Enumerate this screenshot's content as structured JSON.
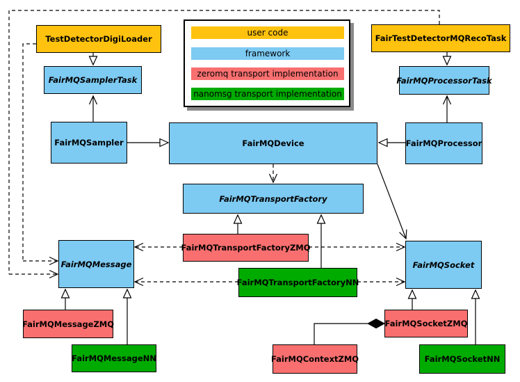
{
  "colors": {
    "user_code": "#FFC20E",
    "framework": "#7DCAF2",
    "zeromq": "#F96F6F",
    "nanomsg": "#00AB00",
    "line": "#000000",
    "background": "#FFFFFF"
  },
  "legend": {
    "items": [
      {
        "label": "user code",
        "color": "#FFC20E"
      },
      {
        "label": "framework",
        "color": "#7DCAF2"
      },
      {
        "label": "zeromq transport implementation",
        "color": "#F96F6F"
      },
      {
        "label": "nanomsg transport implementation",
        "color": "#00AB00"
      }
    ]
  },
  "nodes": {
    "digiLoader": {
      "label": "TestDetectorDigiLoader",
      "category": "user code",
      "abstract": false
    },
    "recoTask": {
      "label": "FairTestDetectorMQRecoTask",
      "category": "user code",
      "abstract": false
    },
    "samplerTask": {
      "label": "FairMQSamplerTask",
      "category": "framework",
      "abstract": true
    },
    "processorTask": {
      "label": "FairMQProcessorTask",
      "category": "framework",
      "abstract": true
    },
    "sampler": {
      "label": "FairMQSampler",
      "category": "framework",
      "abstract": false
    },
    "device": {
      "label": "FairMQDevice",
      "category": "framework",
      "abstract": false
    },
    "processor": {
      "label": "FairMQProcessor",
      "category": "framework",
      "abstract": false
    },
    "transportFactory": {
      "label": "FairMQTransportFactory",
      "category": "framework",
      "abstract": true
    },
    "transportFactoryZMQ": {
      "label": "FairMQTransportFactoryZMQ",
      "category": "zeromq",
      "abstract": false
    },
    "transportFactoryNN": {
      "label": "FairMQTransportFactoryNN",
      "category": "nanomsg",
      "abstract": false
    },
    "message": {
      "label": "FairMQMessage",
      "category": "framework",
      "abstract": true
    },
    "socket": {
      "label": "FairMQSocket",
      "category": "framework",
      "abstract": true
    },
    "messageZMQ": {
      "label": "FairMQMessageZMQ",
      "category": "zeromq",
      "abstract": false
    },
    "messageNN": {
      "label": "FairMQMessageNN",
      "category": "nanomsg",
      "abstract": false
    },
    "contextZMQ": {
      "label": "FairMQContextZMQ",
      "category": "zeromq",
      "abstract": false
    },
    "socketZMQ": {
      "label": "FairMQSocketZMQ",
      "category": "zeromq",
      "abstract": false
    },
    "socketNN": {
      "label": "FairMQSocketNN",
      "category": "nanomsg",
      "abstract": false
    }
  },
  "edges": [
    {
      "from": "digiLoader",
      "to": "samplerTask",
      "type": "inheritance",
      "style": "solid"
    },
    {
      "from": "recoTask",
      "to": "processorTask",
      "type": "inheritance",
      "style": "solid"
    },
    {
      "from": "sampler",
      "to": "samplerTask",
      "type": "association",
      "style": "solid"
    },
    {
      "from": "processor",
      "to": "processorTask",
      "type": "association",
      "style": "solid"
    },
    {
      "from": "sampler",
      "to": "device",
      "type": "inheritance",
      "style": "solid"
    },
    {
      "from": "processor",
      "to": "device",
      "type": "inheritance",
      "style": "solid"
    },
    {
      "from": "device",
      "to": "transportFactory",
      "type": "dependency",
      "style": "dashed"
    },
    {
      "from": "device",
      "to": "socket",
      "type": "association",
      "style": "solid"
    },
    {
      "from": "transportFactoryZMQ",
      "to": "transportFactory",
      "type": "inheritance",
      "style": "solid"
    },
    {
      "from": "transportFactoryNN",
      "to": "transportFactory",
      "type": "inheritance",
      "style": "solid"
    },
    {
      "from": "transportFactoryZMQ",
      "to": "message",
      "type": "dependency",
      "style": "dashed"
    },
    {
      "from": "transportFactoryZMQ",
      "to": "socket",
      "type": "dependency",
      "style": "dashed"
    },
    {
      "from": "transportFactoryNN",
      "to": "message",
      "type": "dependency",
      "style": "dashed"
    },
    {
      "from": "transportFactoryNN",
      "to": "socket",
      "type": "dependency",
      "style": "dashed"
    },
    {
      "from": "digiLoader",
      "to": "message",
      "type": "dependency",
      "style": "dashed"
    },
    {
      "from": "recoTask",
      "to": "message",
      "type": "dependency",
      "style": "dashed"
    },
    {
      "from": "messageZMQ",
      "to": "message",
      "type": "inheritance",
      "style": "solid"
    },
    {
      "from": "messageNN",
      "to": "message",
      "type": "inheritance",
      "style": "solid"
    },
    {
      "from": "socketZMQ",
      "to": "socket",
      "type": "inheritance",
      "style": "solid"
    },
    {
      "from": "socketNN",
      "to": "socket",
      "type": "inheritance",
      "style": "solid"
    },
    {
      "from": "socketZMQ",
      "to": "contextZMQ",
      "type": "composition",
      "style": "solid"
    }
  ]
}
